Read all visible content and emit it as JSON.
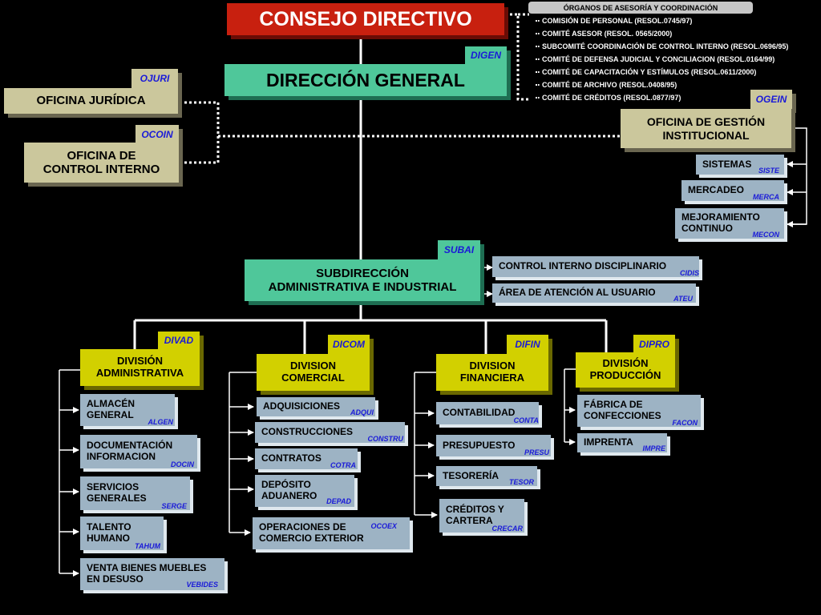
{
  "consejo": "CONSEJO DIRECTIVO",
  "direccion": {
    "title": "DIRECCIÓN GENERAL",
    "tag": "DIGEN"
  },
  "organos": {
    "header": "ÓRGANOS DE ASESORÍA Y COORDINACIÓN",
    "items": [
      "COMISIÓN DE PERSONAL (RESOL.0745/97)",
      "COMITÉ ASESOR (RESOL. 0565/2000)",
      "SUBCOMITÉ COORDINACIÓN DE CONTROL INTERNO (RESOL.0696/95)",
      "COMITÉ DE DEFENSA JUDICIAL  Y CONCILIACION (RESOL.0164/99)",
      "COMITÉ DE CAPACITACIÓN Y ESTÍMULOS (RESOL.0611/2000)",
      "COMITÉ DE ARCHIVO (RESOL.0408/95)",
      "COMITÉ DE CRÉDITOS (RESOL.0877/97)"
    ]
  },
  "juridica": {
    "title": "OFICINA JURÍDICA",
    "tag": "OJURI"
  },
  "control_interno": {
    "line1": "OFICINA DE",
    "line2": "CONTROL INTERNO",
    "tag": "OCOIN"
  },
  "gestion": {
    "line1": "OFICINA DE GESTIÓN",
    "line2": "INSTITUCIONAL",
    "tag": "OGEIN",
    "units": [
      {
        "line1": "SISTEMAS",
        "line2": "",
        "abbr": "SISTE"
      },
      {
        "line1": "MERCADEO",
        "line2": "",
        "abbr": "MERCA"
      },
      {
        "line1": "MEJORAMIENTO",
        "line2": "CONTINUO",
        "abbr": "MECON"
      }
    ]
  },
  "subdireccion": {
    "line1": "SUBDIRECCIÓN",
    "line2": "ADMINISTRATIVA  E INDUSTRIAL",
    "tag": "SUBAI",
    "units": [
      {
        "line1": "CONTROL INTERNO  DISCIPLINARIO",
        "abbr": "CIDIS"
      },
      {
        "line1": "ÁREA DE ATENCIÓN AL USUARIO",
        "abbr": "ATEU"
      }
    ]
  },
  "divisiones": [
    {
      "line1": "DIVISIÓN",
      "line2": "ADMINISTRATIVA",
      "tag": "DIVAD",
      "units": [
        {
          "line1": "ALMACÉN",
          "line2": "GENERAL",
          "abbr": "ALGEN"
        },
        {
          "line1": "DOCUMENTACIÓN",
          "line2": "INFORMACION",
          "abbr": "DOCIN"
        },
        {
          "line1": "SERVICIOS",
          "line2": "GENERALES",
          "abbr": "SERGE"
        },
        {
          "line1": "TALENTO",
          "line2": "HUMANO",
          "abbr": "TAHUM"
        },
        {
          "line1": "VENTA BIENES MUEBLES",
          "line2": "EN DESUSO",
          "abbr": "VEBIDES"
        }
      ]
    },
    {
      "line1": "DIVISION",
      "line2": "COMERCIAL",
      "tag": "DICOM",
      "units": [
        {
          "line1": "ADQUISICIONES",
          "line2": "",
          "abbr": "ADQUI"
        },
        {
          "line1": "CONSTRUCCIONES",
          "line2": "",
          "abbr": "CONSTRU"
        },
        {
          "line1": "CONTRATOS",
          "line2": "",
          "abbr": "COTRA"
        },
        {
          "line1": "DEPÓSITO",
          "line2": "ADUANERO",
          "abbr": "DEPAD"
        },
        {
          "line1": "OPERACIONES DE",
          "line2": "COMERCIO EXTERIOR",
          "abbr": "OCOEX"
        }
      ]
    },
    {
      "line1": "DIVISION",
      "line2": "FINANCIERA",
      "tag": "DIFIN",
      "units": [
        {
          "line1": "CONTABILIDAD",
          "line2": "",
          "abbr": "CONTA"
        },
        {
          "line1": "PRESUPUESTO",
          "line2": "",
          "abbr": "PRESU"
        },
        {
          "line1": "TESORERÍA",
          "line2": "",
          "abbr": "TESOR"
        },
        {
          "line1": "CRÉDITOS Y",
          "line2": "CARTERA",
          "abbr": "CRECAR"
        }
      ]
    },
    {
      "line1": "DIVISIÓN",
      "line2": "PRODUCCIÓN",
      "tag": "DIPRO",
      "units": [
        {
          "line1": "FÁBRICA DE",
          "line2": "CONFECCIONES",
          "abbr": "FACON"
        },
        {
          "line1": "IMPRENTA",
          "line2": "",
          "abbr": "IMPRE"
        }
      ]
    }
  ]
}
